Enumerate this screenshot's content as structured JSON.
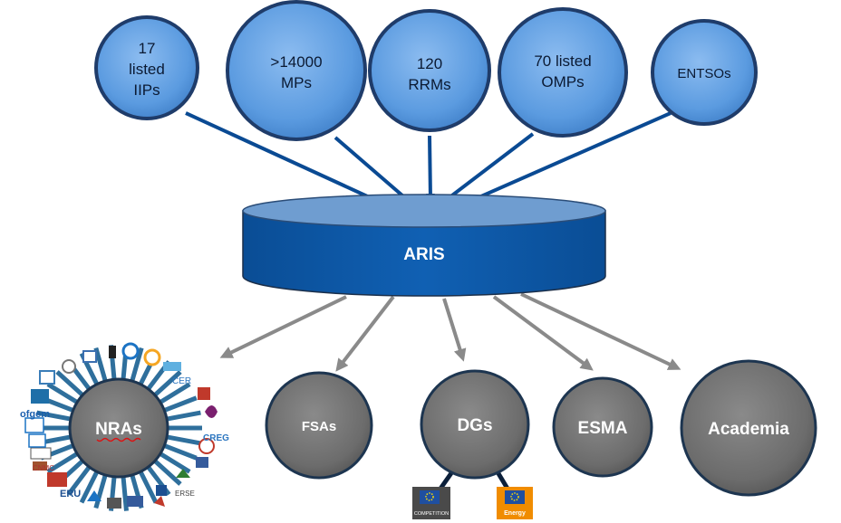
{
  "colors": {
    "source_fill": "#5b9be0",
    "source_stroke": "#1f3c6a",
    "db_side": "#0d56a3",
    "db_top": "#6f9dd0",
    "arrow_blue": "#0a4a93",
    "arrow_grey": "#8a8a8a",
    "target_fill": "#6f6f6f",
    "target_stroke": "#1d3550",
    "spoke": "#2f6f9c"
  },
  "sources": [
    {
      "id": "iips",
      "lines": [
        "17",
        "listed",
        "IIPs"
      ]
    },
    {
      "id": "mps",
      "lines": [
        ">14000",
        "MPs"
      ]
    },
    {
      "id": "rrms",
      "lines": [
        "120",
        "RRMs"
      ]
    },
    {
      "id": "omps",
      "lines": [
        "70 listed",
        "OMPs"
      ]
    },
    {
      "id": "entsos",
      "lines": [
        "ENTSOs"
      ]
    }
  ],
  "hub": {
    "label": "ARIS"
  },
  "targets": [
    {
      "id": "nras",
      "label": "NRAs"
    },
    {
      "id": "fsas",
      "label": "FSAs"
    },
    {
      "id": "dgs",
      "label": "DGs"
    },
    {
      "id": "esma",
      "label": "ESMA"
    },
    {
      "id": "academia",
      "label": "Academia"
    }
  ],
  "nra_logos": [
    "ofgem",
    "ERU",
    "CREG",
    "CER",
    "ERSE",
    "CNMC"
  ],
  "dg_badges": [
    {
      "id": "competition",
      "label": "COMPETITION",
      "color": "#4a4a4a"
    },
    {
      "id": "energy",
      "label": "Energy",
      "color": "#f08c00"
    }
  ],
  "icons": {
    "nra_logo_cluster": "regulator-logos-icon",
    "eu_flag": "eu-flag-icon"
  }
}
